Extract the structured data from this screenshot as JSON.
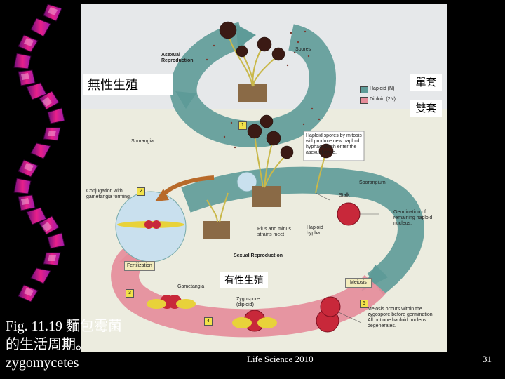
{
  "slide": {
    "caption_line1": "Fig. 11.19 麵包霉菌",
    "caption_line2": "的生活周期。",
    "caption_line3": "zygomycetes",
    "footer_center": "Life Science 2010",
    "page_number": "31"
  },
  "overlay_labels": {
    "asexual_cn": "無性生殖",
    "haploid_cn": "單套",
    "diploid_cn": "雙套",
    "sexual_cn": "有性生殖"
  },
  "diagram": {
    "asexual_title": "Asexual Reproduction",
    "spores": "Spores",
    "haploid_legend": "Haploid (N)",
    "diploid_legend": "Diploid (2N)",
    "sporangia": "Sporangia",
    "haploid_spores_note": "Haploid spores by mitosis will produce new haploid hyphae which enter the asexual cycle.",
    "sporangium": "Sporangium",
    "conjugation": "Conjugation with gametangia forming",
    "stalk": "Stalk",
    "plus_minus": "Plus and minus strains meet",
    "haploid_hypha": "Haploid hypha",
    "germination": "Germination of remaining haploid nucleus.",
    "sexual_title": "Sexual Reproduction",
    "fertilization": "Fertilization",
    "gametangia": "Gametangia",
    "zygospore": "Zygospore (diploid)",
    "meiosis": "Meiosis",
    "meiosis_note": "Meiosis occurs within the zygospore before germination. All but one haploid nucleus degenerates.",
    "steps": [
      "1",
      "2",
      "3",
      "4",
      "5"
    ]
  },
  "colors": {
    "haploid_teal": "#5e9b98",
    "diploid_pink": "#e58c9a",
    "caption_white": "#ffffff",
    "sporangium_dark": "#3b1a14",
    "zygospore_red": "#c8283a"
  }
}
